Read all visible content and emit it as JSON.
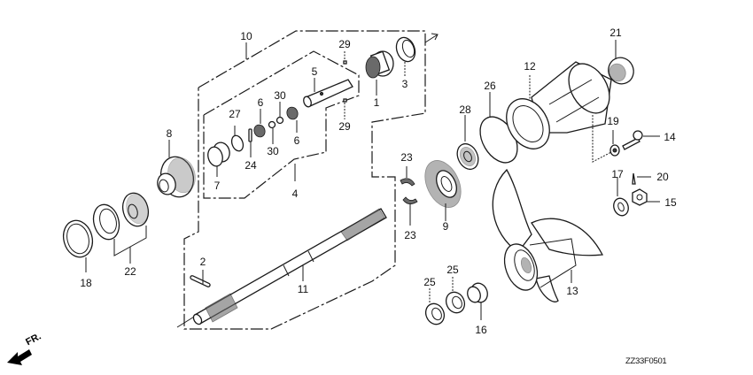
{
  "diagram": {
    "code": "ZZ33F0501",
    "front_label": "FR.",
    "colors": {
      "ink": "#1a1a1a",
      "background": "#ffffff"
    }
  },
  "callouts": {
    "p1": "1",
    "p2": "2",
    "p3": "3",
    "p4": "4",
    "p5": "5",
    "p6a": "6",
    "p6b": "6",
    "p7": "7",
    "p8": "8",
    "p9": "9",
    "p10": "10",
    "p11": "11",
    "p12": "12",
    "p13": "13",
    "p14": "14",
    "p15": "15",
    "p16": "16",
    "p17": "17",
    "p18": "18",
    "p19": "19",
    "p20": "20",
    "p21": "21",
    "p22": "22",
    "p23a": "23",
    "p23b": "23",
    "p24": "24",
    "p25a": "25",
    "p25b": "25",
    "p26": "26",
    "p27": "27",
    "p28": "28",
    "p29a": "29",
    "p29b": "29",
    "p30a": "30",
    "p30b": "30"
  }
}
